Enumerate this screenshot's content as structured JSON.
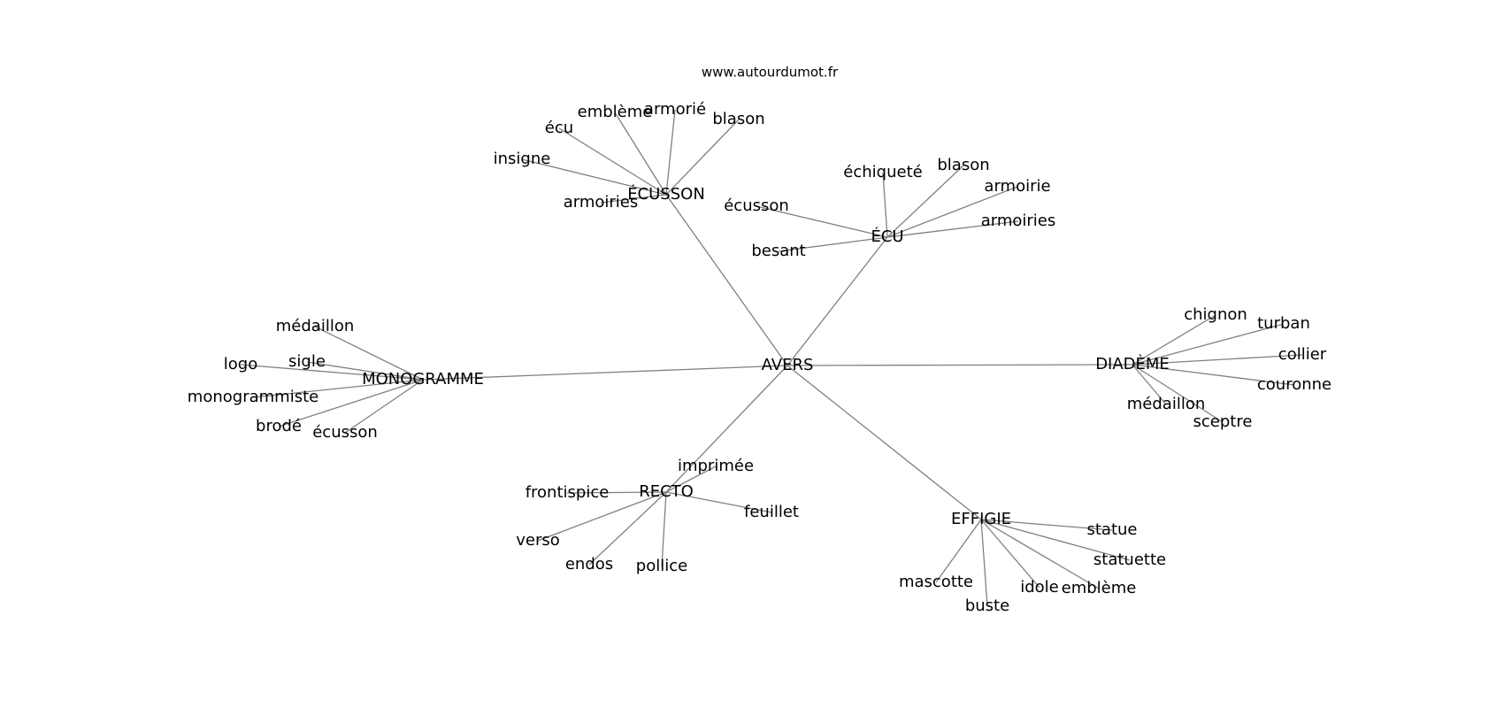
{
  "source": "www.autourdumot.fr",
  "center": "AVERS",
  "clusters": [
    {
      "hub": "ÉCUSSON",
      "leaves": [
        "insigne",
        "écu",
        "emblème",
        "armorié",
        "blason",
        "armoiries"
      ]
    },
    {
      "hub": "ÉCU",
      "leaves": [
        "échiqueté",
        "blason",
        "armoirie",
        "armoiries",
        "écusson",
        "besant"
      ]
    },
    {
      "hub": "MONOGRAMME",
      "leaves": [
        "médaillon",
        "sigle",
        "logo",
        "monogrammiste",
        "brodé",
        "écusson"
      ]
    },
    {
      "hub": "DIADÈME",
      "leaves": [
        "chignon",
        "turban",
        "collier",
        "couronne",
        "médaillon",
        "sceptre"
      ]
    },
    {
      "hub": "RECTO",
      "leaves": [
        "imprimée",
        "frontispice",
        "feuillet",
        "verso",
        "endos",
        "pollice"
      ]
    },
    {
      "hub": "EFFIGIE",
      "leaves": [
        "statue",
        "statuette",
        "emblème",
        "idole",
        "buste",
        "mascotte"
      ]
    }
  ]
}
